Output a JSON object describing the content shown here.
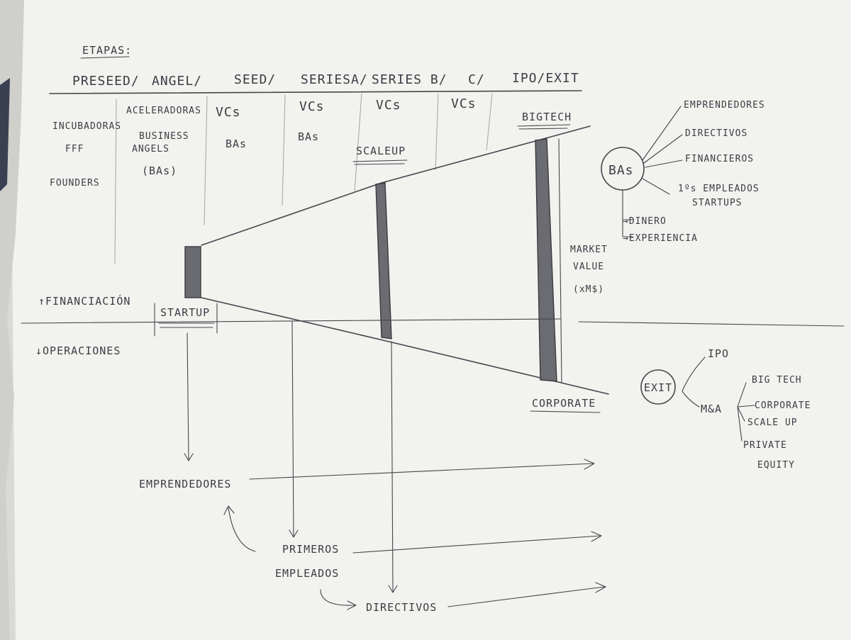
{
  "stages_header": "ETAPAS:",
  "stages": [
    {
      "label": "PRESEED/"
    },
    {
      "label": "ANGEL/"
    },
    {
      "label": "SEED/"
    },
    {
      "label": "SERIESA/"
    },
    {
      "label": "SERIES B/"
    },
    {
      "label": "C/"
    },
    {
      "label": "IPO/EXIT"
    }
  ],
  "investors": {
    "preseed": [
      "INCUBADORAS",
      "FFF",
      "FOUNDERS"
    ],
    "angel": [
      "ACELERADORAS",
      "BUSINESS",
      "ANGELS",
      "(BAs)"
    ],
    "seed": [
      "VCs",
      "BAs"
    ],
    "series_a": [
      "VCs",
      "BAs"
    ],
    "series_b": "VCs",
    "series_c": "VCs",
    "exit": "BIGTECH"
  },
  "funnel_labels": {
    "startup": "STARTUP",
    "scaleup": "SCALEUP",
    "corporate": "CORPORATE",
    "market_value": [
      "MARKET",
      "VALUE",
      "(xM$)"
    ]
  },
  "axis": {
    "financiacion": "↑FINANCIACIÓN",
    "operaciones": "↓OPERACIONES"
  },
  "bas_diagram": {
    "center": "BAs",
    "branches": [
      "EMPRENDEDORES",
      "DIRECTIVOS",
      "FINANCIEROS",
      "1ºs EMPLEADOS",
      "STARTUPS"
    ],
    "outputs": [
      "→DINERO",
      "→EXPERIENCIA"
    ]
  },
  "exit_diagram": {
    "center": "EXIT",
    "options": [
      "IPO",
      "M&A"
    ],
    "ma_options": [
      "BIG TECH",
      "CORPORATE",
      "SCALE UP",
      "PRIVATE",
      "EQUITY"
    ]
  },
  "operations": {
    "emprendedores": "EMPRENDEDORES",
    "primeros": [
      "PRIMEROS",
      "EMPLEADOS"
    ],
    "directivos": "DIRECTIVOS"
  }
}
